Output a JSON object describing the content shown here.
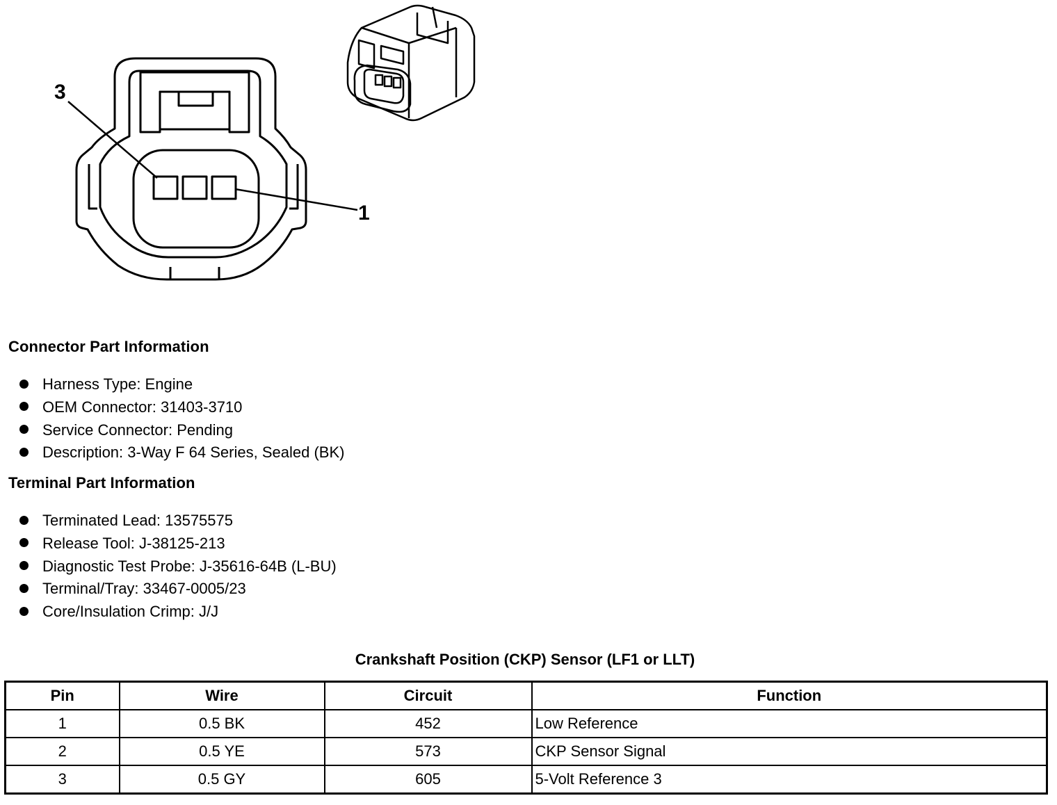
{
  "diagram": {
    "callout_pin3": "3",
    "callout_pin1": "1"
  },
  "connector_info": {
    "title": "Connector Part Information",
    "items": [
      "Harness Type: Engine",
      "OEM Connector: 31403-3710",
      "Service Connector: Pending",
      "Description: 3-Way F 64 Series, Sealed (BK)"
    ]
  },
  "terminal_info": {
    "title": "Terminal Part Information",
    "items": [
      "Terminated Lead: 13575575",
      "Release Tool: J-38125-213",
      "Diagnostic Test Probe: J-35616-64B (L-BU)",
      "Terminal/Tray: 33467-0005/23",
      "Core/Insulation Crimp: J/J"
    ]
  },
  "pin_table": {
    "caption": "Crankshaft Position (CKP) Sensor (LF1 or LLT)",
    "headers": [
      "Pin",
      "Wire",
      "Circuit",
      "Function"
    ],
    "rows": [
      [
        "1",
        "0.5 BK",
        "452",
        "Low Reference"
      ],
      [
        "2",
        "0.5 YE",
        "573",
        "CKP Sensor Signal"
      ],
      [
        "3",
        "0.5 GY",
        "605",
        "5-Volt Reference 3"
      ]
    ]
  }
}
